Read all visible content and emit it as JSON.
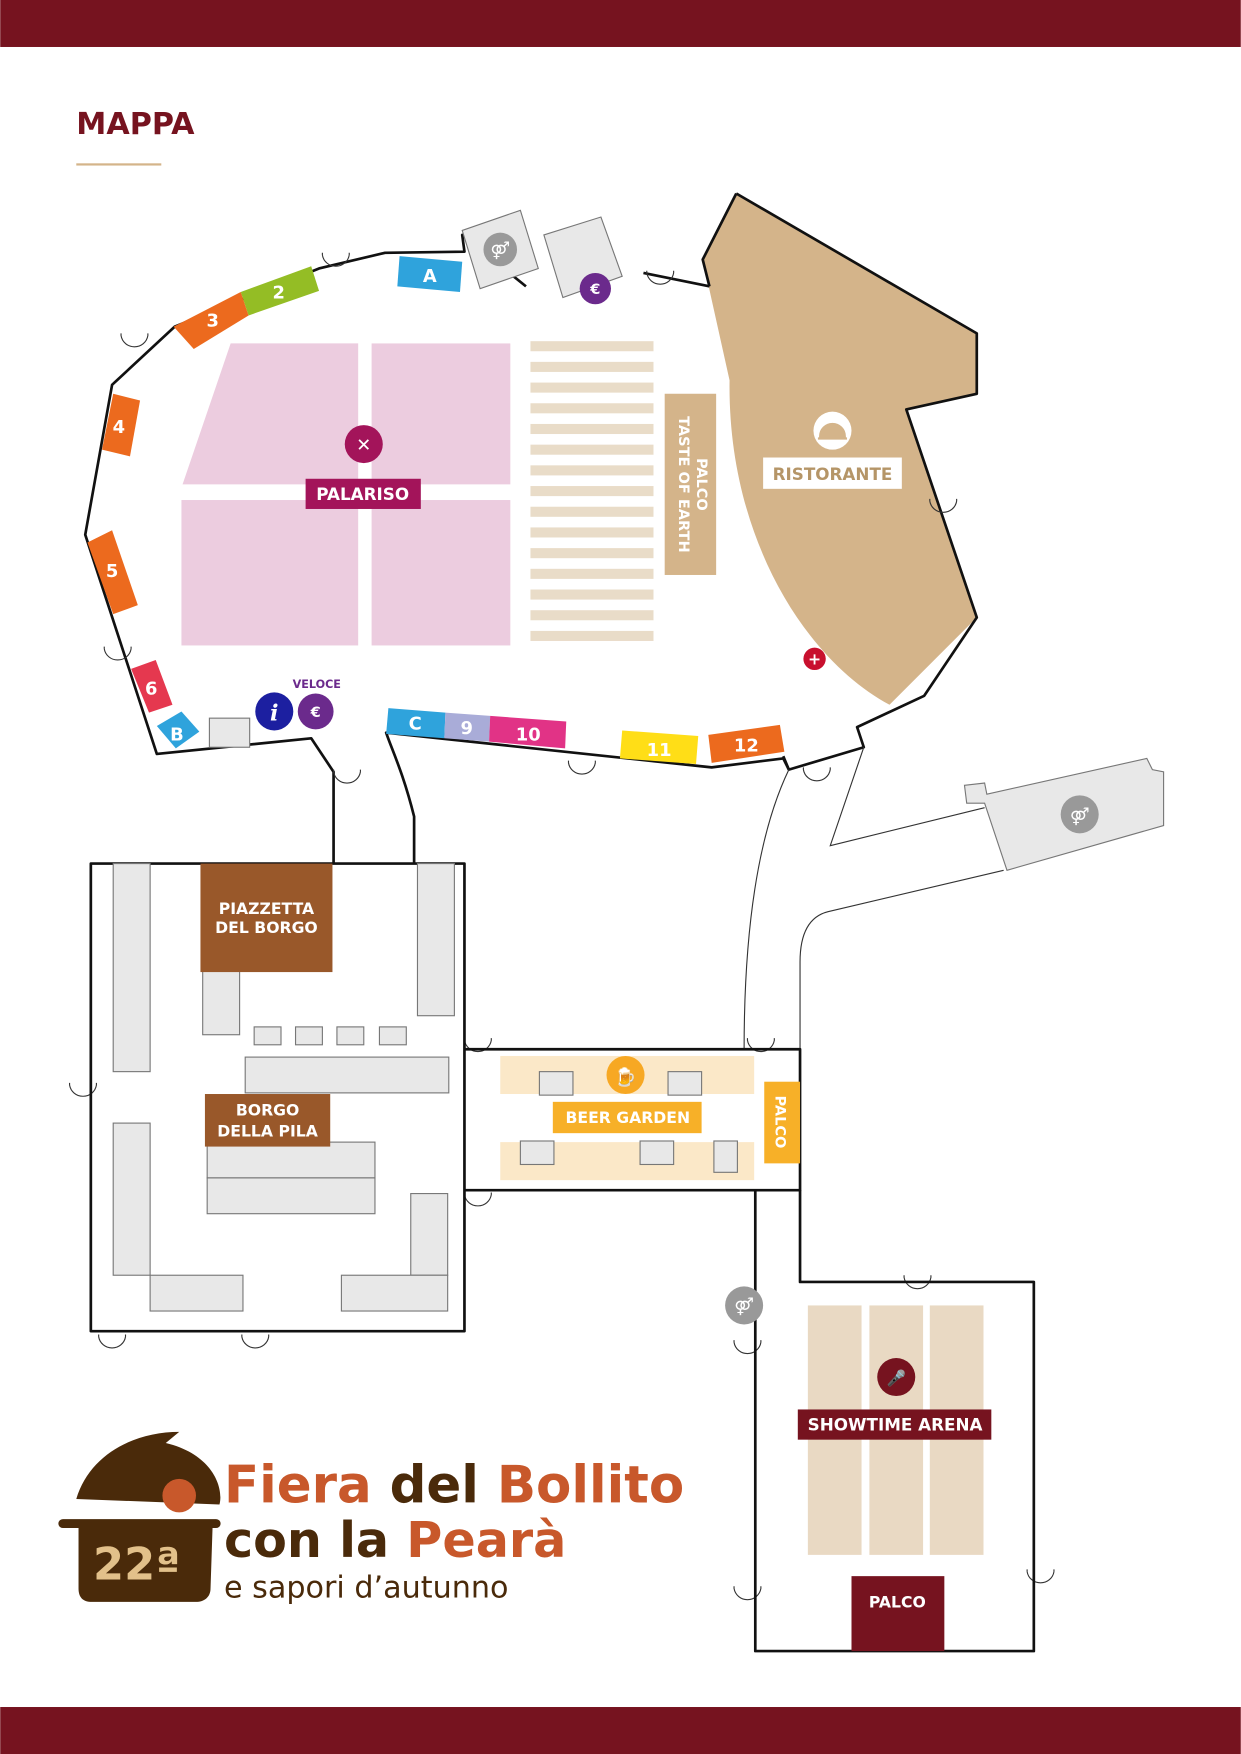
{
  "header": {
    "title": "MAPPA",
    "bar_color": "#76131f",
    "accent": "#d4b48a"
  },
  "stalls": {
    "s2": "2",
    "s3": "3",
    "s4": "4",
    "s5": "5",
    "s6": "6",
    "s9": "9",
    "s10": "10",
    "s11": "11",
    "s12": "12",
    "A": "A",
    "B": "B",
    "C": "C"
  },
  "areas": {
    "palariso": "PALARISO",
    "palco_taste_1": "PALCO",
    "palco_taste_2": "TASTE OF EARTH",
    "ristorante": "RISTORANTE",
    "piazzetta_1": "PIAZZETTA",
    "piazzetta_2": "DEL BORGO",
    "borgo_1": "BORGO",
    "borgo_2": "DELLA PILA",
    "beer_garden": "BEER GARDEN",
    "palco_beer": "PALCO",
    "showtime": "SHOWTIME ARENA",
    "palco_show": "PALCO",
    "veloce": "VELOCE"
  },
  "logo": {
    "line1a": "Fiera",
    "line1b": " del ",
    "line1c": "Bollito",
    "line2a": "con la ",
    "line2b": "Pearà",
    "line3": "e sapori d’autunno",
    "edition": "22ª"
  },
  "icons": [
    "restroom-icon",
    "euro-icon",
    "food-icon",
    "info-icon",
    "first-aid-icon",
    "restaurant-icon",
    "beer-icon",
    "microphone-icon"
  ]
}
